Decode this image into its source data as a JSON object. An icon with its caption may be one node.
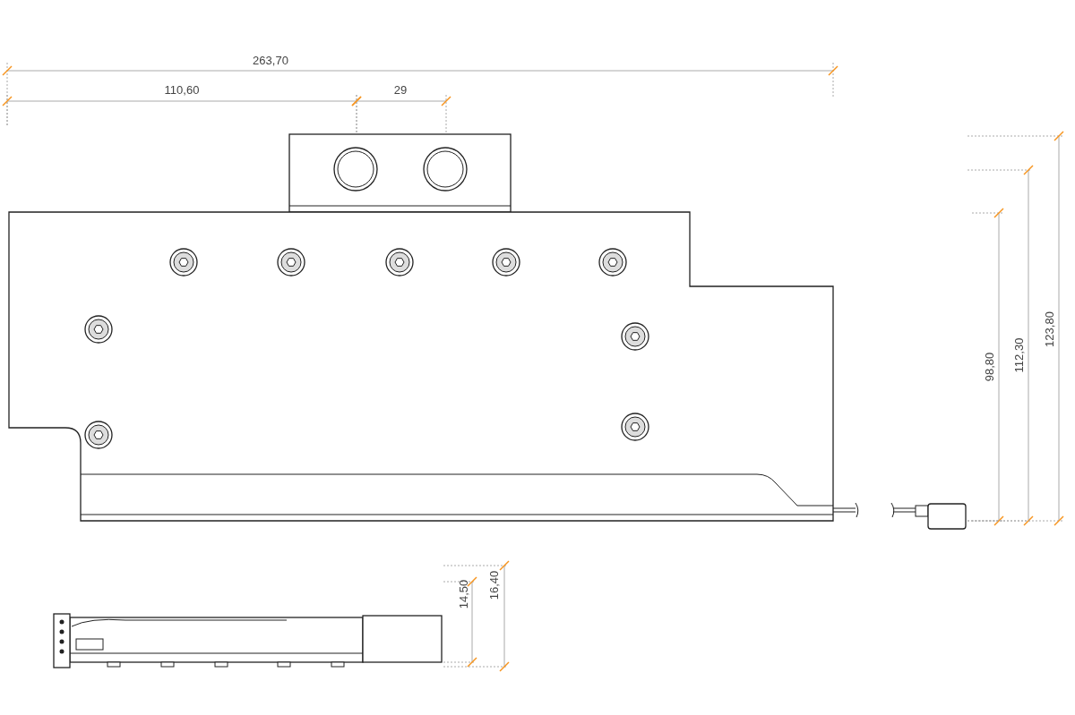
{
  "diagram": {
    "labels": [
      "263,70",
      "110,60",
      "29",
      "98,80",
      "112,30",
      "123,80",
      "14,50",
      "16,40"
    ]
  }
}
